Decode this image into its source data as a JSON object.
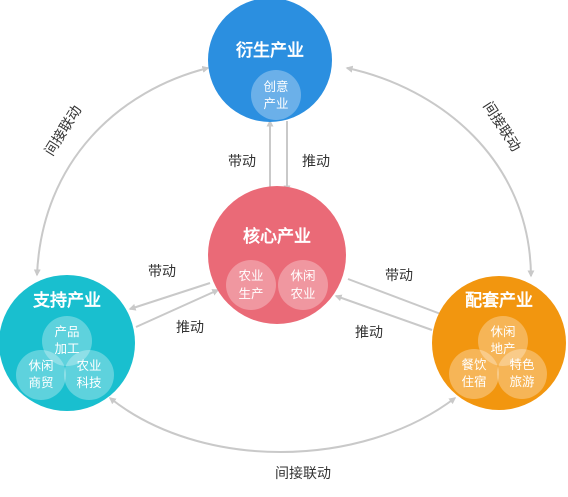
{
  "nodes": {
    "top": {
      "title": "衍生产业",
      "color": "#2b8fe0",
      "subs": [
        {
          "l1": "创意",
          "l2": "产业"
        }
      ]
    },
    "center": {
      "title": "核心产业",
      "color": "#ea6a77",
      "subs": [
        {
          "l1": "农业",
          "l2": "生产"
        },
        {
          "l1": "休闲",
          "l2": "农业"
        }
      ]
    },
    "left": {
      "title": "支持产业",
      "color": "#19bfcf",
      "subs": [
        {
          "l1": "产品",
          "l2": "加工"
        },
        {
          "l1": "休闲",
          "l2": "商贸"
        },
        {
          "l1": "农业",
          "l2": "科技"
        }
      ]
    },
    "right": {
      "title": "配套产业",
      "color": "#f2960f",
      "subs": [
        {
          "l1": "休闲",
          "l2": "地产"
        },
        {
          "l1": "餐饮",
          "l2": "住宿"
        },
        {
          "l1": "特色",
          "l2": "旅游"
        }
      ]
    }
  },
  "links": {
    "drive": "带动",
    "push": "推动",
    "indirect": "间接联动"
  }
}
